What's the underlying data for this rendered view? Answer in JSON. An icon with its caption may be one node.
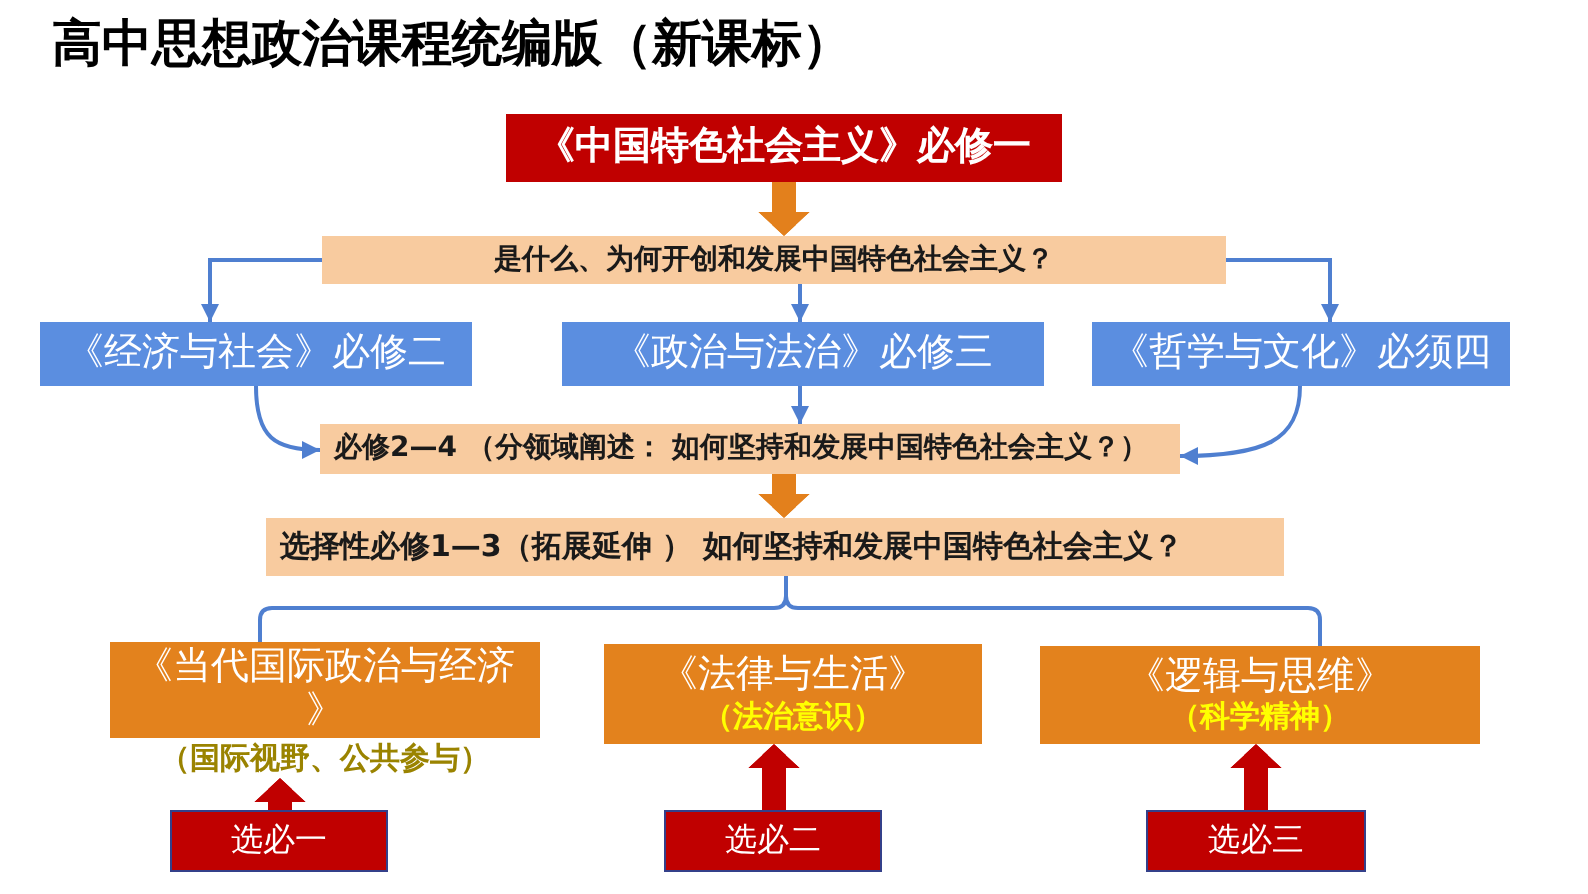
{
  "diagram": {
    "title": "高中思想政治课程统编版（新课标）",
    "nodes": [
      {
        "text": [
          "《中国特色社会主义》必修一"
        ]
      },
      {
        "text": [
          "是什么、为何开创和发展中国特色社会主义？"
        ]
      },
      {
        "text": [
          "《经济与社会》必修二"
        ]
      },
      {
        "text": [
          "《政治与法治》必修三"
        ]
      },
      {
        "text": [
          "《哲学与文化》必须四"
        ]
      },
      {
        "text": [
          "必修2—4 （分领域阐述： 如何坚持和发展中国特色社会主义？）"
        ]
      },
      {
        "text": [
          "选择性必修1—3（拓展延伸 ） 如何坚持和发展中国特色社会主义？"
        ]
      },
      {
        "text": [
          "《当代国际政治与经济》",
          "（国际视野、公共参与）"
        ]
      },
      {
        "text": [
          "《法律与生活》",
          "（法治意识）"
        ]
      },
      {
        "text": [
          "《逻辑与思维》",
          "（科学精神）"
        ]
      },
      {
        "text": [
          "选必一"
        ]
      },
      {
        "text": [
          "选必二"
        ]
      },
      {
        "text": [
          "选必三"
        ]
      }
    ],
    "edges": [
      {
        "from": 0,
        "to": 1,
        "arrow": "to",
        "style": "thick",
        "color": "#e3801c"
      },
      {
        "from": 1,
        "to": 2,
        "arrow": "to"
      },
      {
        "from": 1,
        "to": 3,
        "arrow": "to"
      },
      {
        "from": 1,
        "to": 4,
        "arrow": "to"
      },
      {
        "from": 2,
        "to": 5,
        "arrow": "to"
      },
      {
        "from": 3,
        "to": 5,
        "arrow": "to"
      },
      {
        "from": 4,
        "to": 5,
        "arrow": "to"
      },
      {
        "from": 5,
        "to": 6,
        "arrow": "to",
        "style": "thick",
        "color": "#e3801c"
      },
      {
        "from": 6,
        "to": 7,
        "arrow": "none"
      },
      {
        "from": 6,
        "to": 9,
        "arrow": "none"
      },
      {
        "from": 10,
        "to": 7,
        "arrow": "to",
        "style": "thick",
        "color": "#c00000"
      },
      {
        "from": 11,
        "to": 8,
        "arrow": "to",
        "style": "thick",
        "color": "#c00000"
      },
      {
        "from": 12,
        "to": 9,
        "arrow": "to",
        "style": "thick",
        "color": "#c00000"
      }
    ]
  }
}
